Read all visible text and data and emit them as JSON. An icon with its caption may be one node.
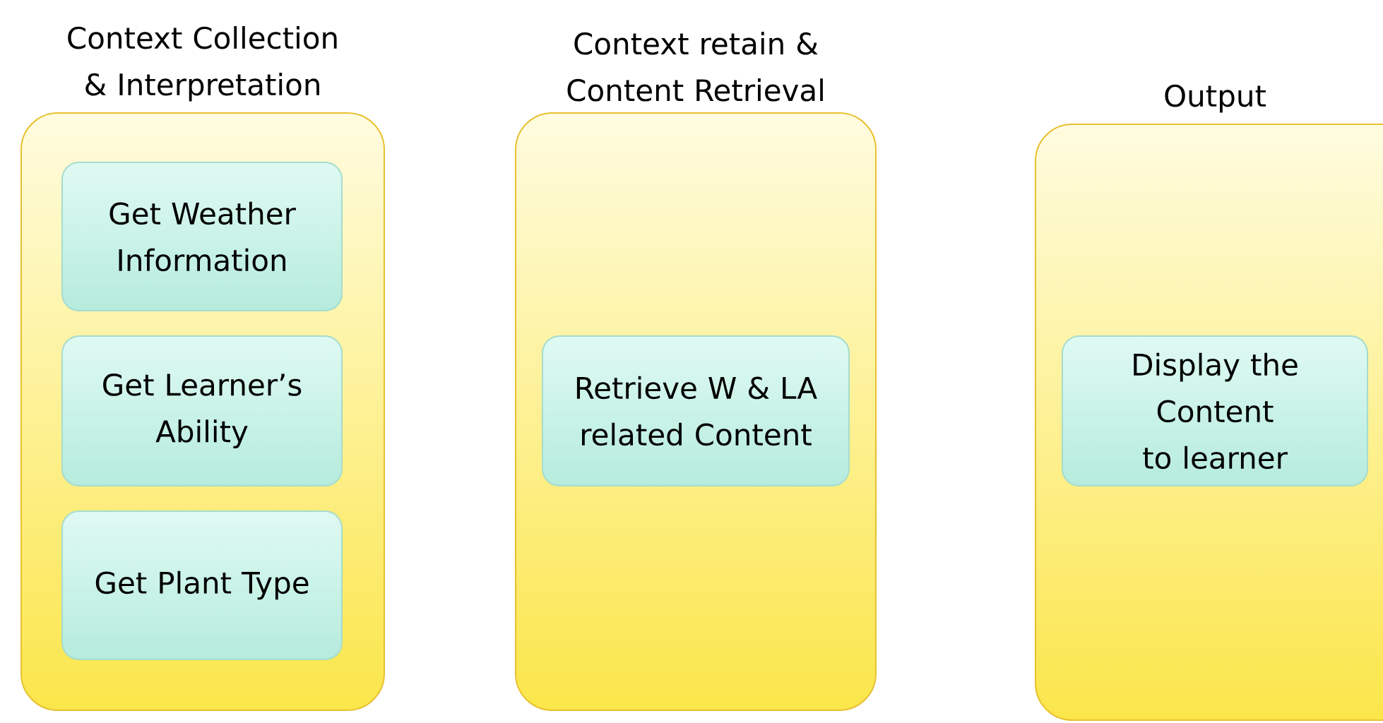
{
  "diagram": {
    "nodes": [
      {
        "text": [
          "Context Collection & Interpretation"
        ]
      },
      {
        "text": [
          "Get Weather Information"
        ],
        "in": 0
      },
      {
        "text": [
          "Get Learner’s Ability"
        ],
        "in": 0
      },
      {
        "text": [
          "Get Plant Type"
        ],
        "in": 0
      },
      {
        "text": [
          "Context retain & Content Retrieval"
        ]
      },
      {
        "text": [
          "Retrieve W & LA related Content"
        ],
        "in": 4
      },
      {
        "text": [
          "Output"
        ]
      },
      {
        "text": [
          "Display the Content to learner"
        ],
        "in": 6
      }
    ]
  }
}
